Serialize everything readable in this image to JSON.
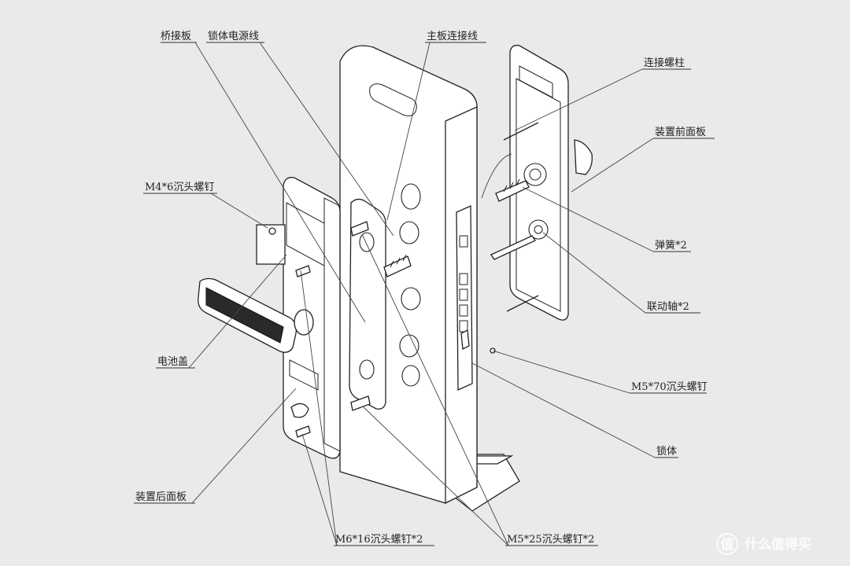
{
  "labels": {
    "bridge_board": "桥接板",
    "lock_power_cable": "锁体电源线",
    "main_board_cable": "主板连接线",
    "connecting_stud": "连接螺柱",
    "front_panel": "装置前面板",
    "m4_screw": "M4*6沉头螺钉",
    "spring": "弹簧*2",
    "linkage_shaft": "联动轴*2",
    "battery_cover": "电池盖",
    "m5_70_screw": "M5*70沉头螺钉",
    "lock_body": "锁体",
    "back_panel": "装置后面板",
    "m6_16_screw": "M6*16沉头螺钉*2",
    "m5_25_screw": "M5*25沉头螺钉*2"
  },
  "watermark": {
    "logo_glyph": "值",
    "text": "什么值得买"
  }
}
